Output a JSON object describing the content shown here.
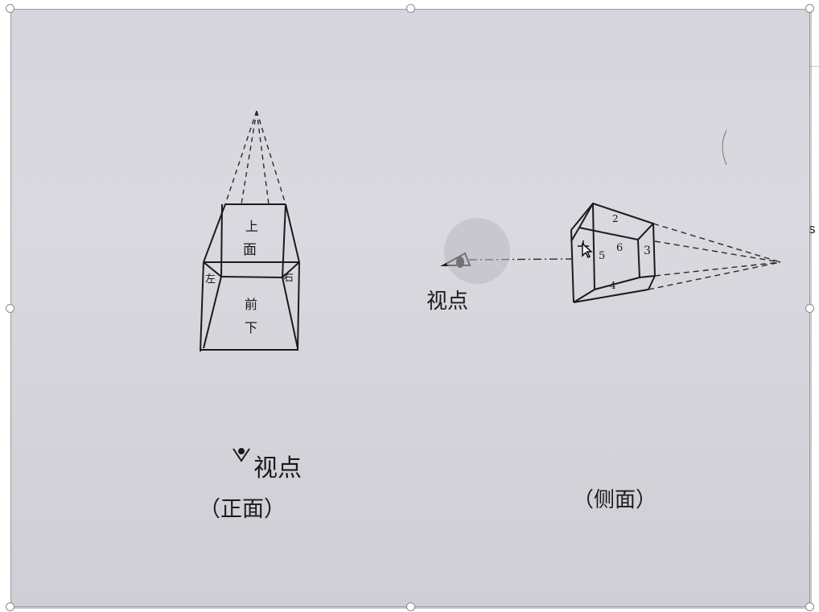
{
  "front_view": {
    "face_top": "上",
    "face_top_2": "面",
    "face_left": "左",
    "face_right": "右",
    "face_front": "前",
    "face_front_2": "下",
    "viewpoint_label": "视点",
    "caption": "（正面）"
  },
  "side_view": {
    "face_numbers": [
      "2",
      "3",
      "4",
      "5",
      "6"
    ],
    "viewpoint_label": "视点",
    "caption": "（侧面）"
  },
  "edge_text": "s",
  "colors": {
    "ink": "#1b1b1b",
    "paper": "#d8d7de",
    "handle_border": "#8a8a8a"
  },
  "icons": {
    "eye": "eye-icon",
    "cursor": "move-cursor-icon"
  }
}
